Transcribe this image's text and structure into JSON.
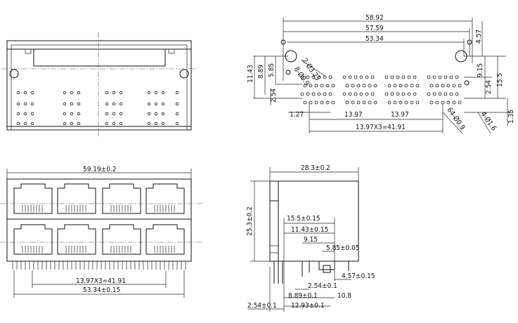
{
  "top_right_view": {
    "dims": [
      "58.92",
      "57.59",
      "53.34",
      "4.57",
      "11.43",
      "8.89",
      "5.85",
      "2.54",
      "9.15",
      "2.54",
      "15.5",
      "1.27",
      "13.97",
      "13.97",
      "13.97X3=41.91",
      "1.35"
    ],
    "hole_notes": [
      "2-Ø3.25",
      "8-Ø0.9",
      "4-Ø1.6",
      "64-Ø0.9"
    ]
  },
  "front_view": {
    "dims": [
      "59.19±0.2",
      "13.97X3=41.91",
      "53.34±0.15"
    ]
  },
  "side_view": {
    "dims": [
      "28.3±0.2",
      "25.3±0.2",
      "15.5±0.15",
      "11.43±0.15",
      "9.15",
      "5.85±0.05",
      "4.57±0.15",
      "2.54±0.1",
      "8.89±0.1",
      "10.8",
      "2.54±0.1",
      "12.93±0.1"
    ]
  }
}
